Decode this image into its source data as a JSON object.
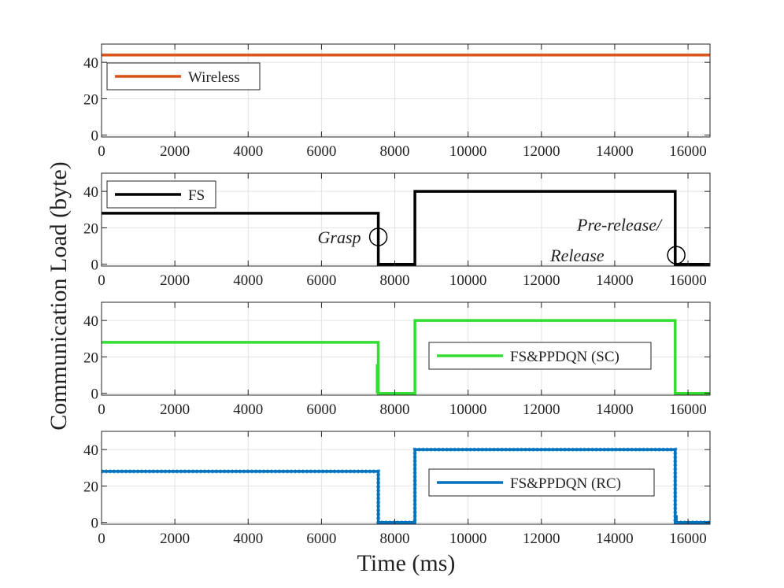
{
  "figure": {
    "ylabel": "Communication Load (byte)",
    "xlabel": "Time (ms)"
  },
  "chart_data": [
    {
      "type": "line",
      "xlim": [
        0,
        16600
      ],
      "ylim": [
        -1,
        50
      ],
      "xticks": [
        0,
        2000,
        4000,
        6000,
        8000,
        10000,
        12000,
        14000,
        16000
      ],
      "yticks": [
        0,
        20,
        40
      ],
      "grid": true,
      "legend_position": "top-left",
      "series": [
        {
          "name": "Wireless",
          "color": "#d95319",
          "style": "solid",
          "x": [
            0,
            16600
          ],
          "y": [
            44,
            44
          ]
        }
      ],
      "annotations": []
    },
    {
      "type": "line",
      "xlim": [
        0,
        16600
      ],
      "ylim": [
        -1,
        50
      ],
      "xticks": [
        0,
        2000,
        4000,
        6000,
        8000,
        10000,
        12000,
        14000,
        16000
      ],
      "yticks": [
        0,
        20,
        40
      ],
      "grid": true,
      "legend_position": "top-left",
      "series": [
        {
          "name": "FS",
          "color": "#000000",
          "style": "solid",
          "x": [
            0,
            7550,
            7550,
            8550,
            8550,
            15650,
            15650,
            16600
          ],
          "y": [
            28,
            28,
            0,
            0,
            40,
            40,
            0,
            0
          ]
        }
      ],
      "annotations": [
        {
          "text": "Grasp",
          "x": 7550,
          "y": 15
        },
        {
          "text": "Pre-release/",
          "x": 15680,
          "y": 22
        },
        {
          "text": "Release",
          "x": 15680,
          "y": 5
        }
      ]
    },
    {
      "type": "line",
      "xlim": [
        0,
        16600
      ],
      "ylim": [
        -1,
        50
      ],
      "xticks": [
        0,
        2000,
        4000,
        6000,
        8000,
        10000,
        12000,
        14000,
        16000
      ],
      "yticks": [
        0,
        20,
        40
      ],
      "grid": true,
      "legend_position": "center-right",
      "series": [
        {
          "name": "FS&PPDQN (SC)",
          "color": "#33dd33",
          "style": "solid",
          "x": [
            0,
            7550,
            7550,
            8550,
            8550,
            15650,
            15650,
            16600
          ],
          "y": [
            28,
            28,
            0,
            0,
            40,
            40,
            0,
            0
          ],
          "spikes": [
            {
              "x": 7520,
              "y": 16
            }
          ]
        }
      ],
      "annotations": []
    },
    {
      "type": "line",
      "xlim": [
        0,
        16600
      ],
      "ylim": [
        -1,
        50
      ],
      "xticks": [
        0,
        2000,
        4000,
        6000,
        8000,
        10000,
        12000,
        14000,
        16000
      ],
      "yticks": [
        0,
        20,
        40
      ],
      "grid": true,
      "legend_position": "center-right",
      "series": [
        {
          "name": "FS&PPDQN (RC)",
          "color": "#0072bd",
          "style": "dotted-thick",
          "x": [
            0,
            7550,
            7550,
            8550,
            8550,
            15650,
            15650,
            16600
          ],
          "y": [
            28,
            28,
            0,
            0,
            40,
            40,
            0,
            0
          ],
          "spikes": [
            {
              "x": 15680,
              "y": 4
            }
          ]
        }
      ],
      "annotations": []
    }
  ]
}
